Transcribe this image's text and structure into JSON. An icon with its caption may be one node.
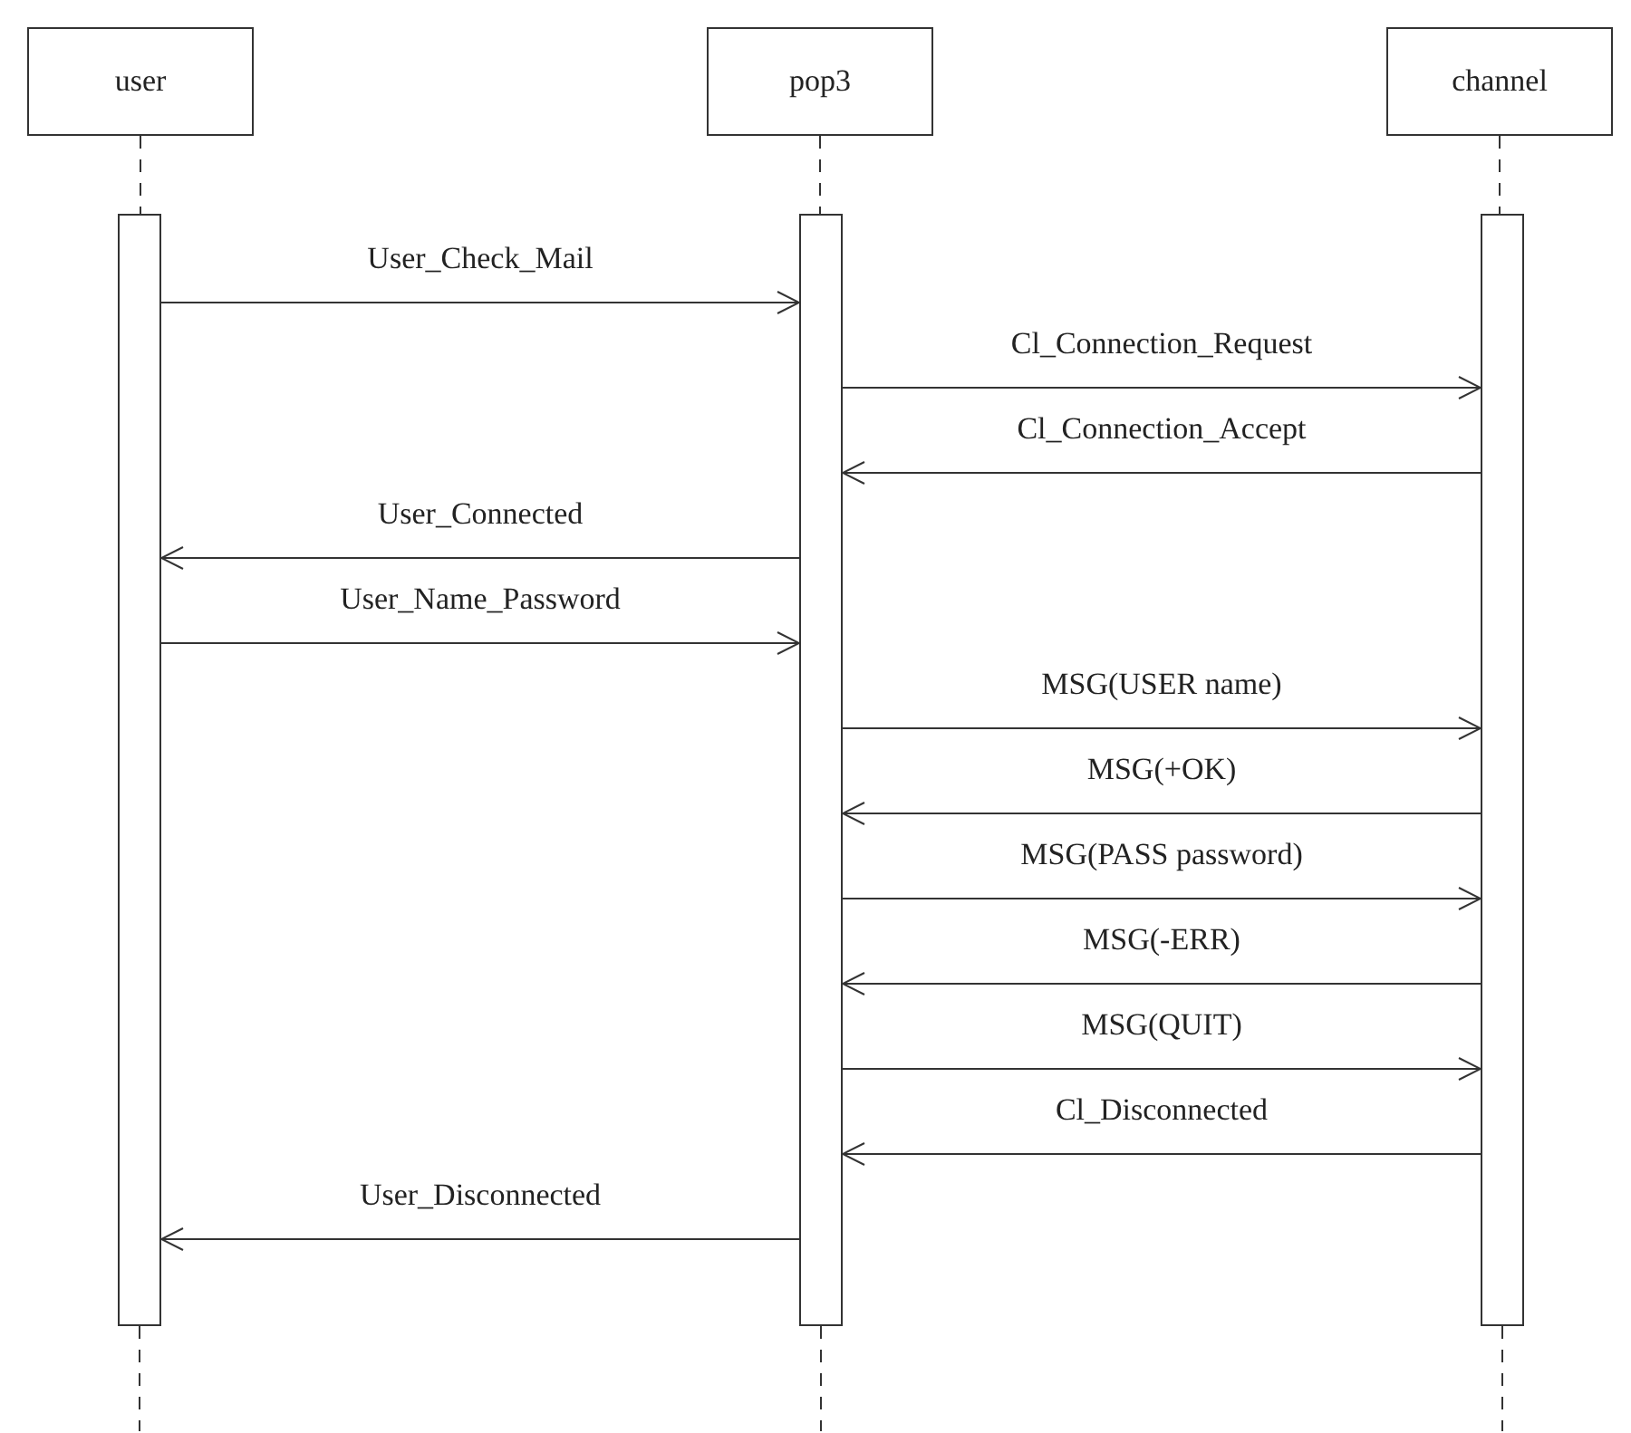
{
  "diagram": {
    "nodes": [
      {
        "text": [
          "user"
        ]
      },
      {
        "text": [
          "pop3"
        ]
      },
      {
        "text": [
          "channel"
        ]
      },
      {
        "text": [],
        "shape": "bar"
      },
      {
        "text": [],
        "shape": "bar"
      },
      {
        "text": [],
        "shape": "bar"
      }
    ],
    "edges": [
      {
        "from": 0,
        "to": 3,
        "arrow": "none",
        "style": "dashed"
      },
      {
        "from": 1,
        "to": 4,
        "arrow": "none",
        "style": "dashed"
      },
      {
        "from": 2,
        "to": 5,
        "arrow": "none",
        "style": "dashed"
      },
      {
        "from": 3,
        "to": null,
        "arrow": "none",
        "style": "dashed"
      },
      {
        "from": 4,
        "to": null,
        "arrow": "none",
        "style": "dashed"
      },
      {
        "from": 5,
        "to": null,
        "arrow": "none",
        "style": "dashed"
      },
      {
        "from": 3,
        "to": 4,
        "arrow": "to",
        "label": "User_Check_Mail"
      },
      {
        "from": 4,
        "to": 5,
        "arrow": "to",
        "label": "Cl_Connection_Request"
      },
      {
        "from": 5,
        "to": 4,
        "arrow": "to",
        "label": "Cl_Connection_Accept"
      },
      {
        "from": 4,
        "to": 3,
        "arrow": "to",
        "label": "User_Connected"
      },
      {
        "from": 3,
        "to": 4,
        "arrow": "to",
        "label": "User_Name_Password"
      },
      {
        "from": 4,
        "to": 5,
        "arrow": "to",
        "label": "MSG(USER name)"
      },
      {
        "from": 5,
        "to": 4,
        "arrow": "to",
        "label": "MSG(+OK)"
      },
      {
        "from": 4,
        "to": 5,
        "arrow": "to",
        "label": "MSG(PASS password)"
      },
      {
        "from": 5,
        "to": 4,
        "arrow": "to",
        "label": "MSG(-ERR)"
      },
      {
        "from": 4,
        "to": 5,
        "arrow": "to",
        "label": "MSG(QUIT)"
      },
      {
        "from": 5,
        "to": 4,
        "arrow": "to",
        "label": "Cl_Disconnected"
      },
      {
        "from": 4,
        "to": 3,
        "arrow": "to",
        "label": "User_Disconnected"
      }
    ]
  }
}
